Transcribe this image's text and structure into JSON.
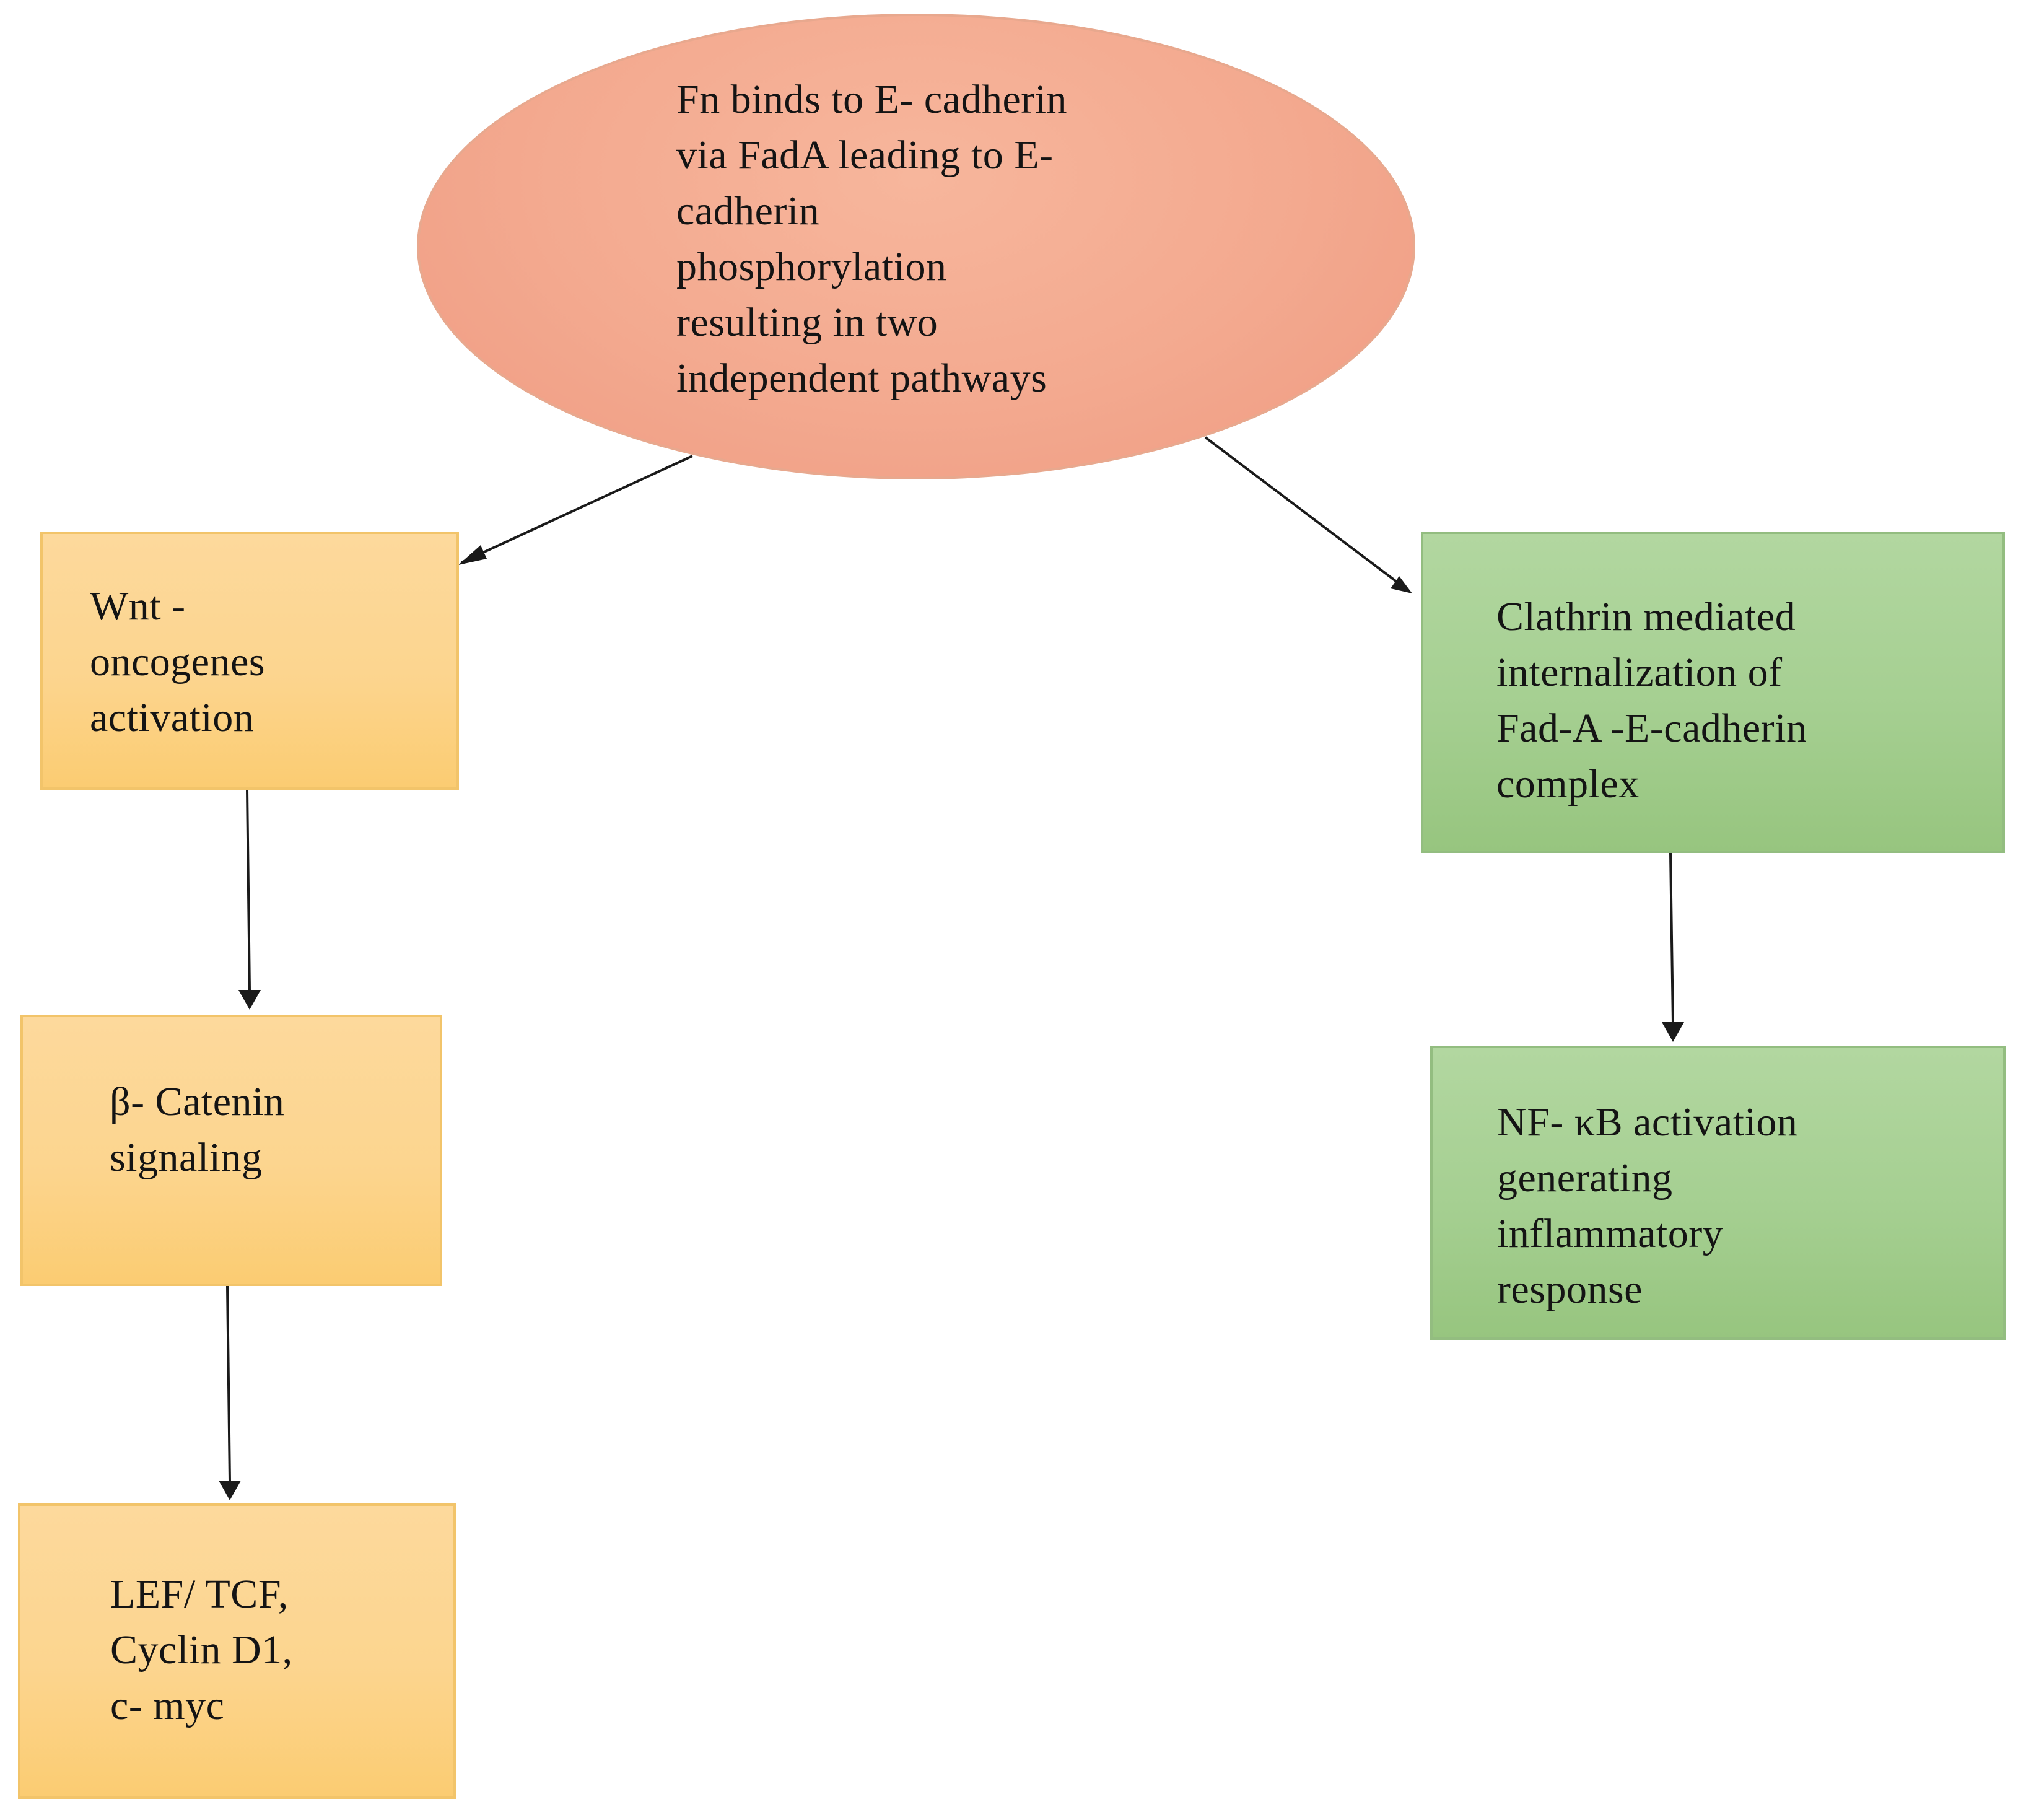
{
  "diagram": {
    "colors": {
      "ellipse_fill": "#f3a98f",
      "orange_box_fill": "#fcd58f",
      "green_box_fill": "#a5cf91",
      "arrow": "#1a1a1a"
    },
    "nodes": {
      "root": {
        "text": "Fn binds to E- cadherin\nvia FadA leading to E-\ncadherin\nphosphorylation\nresulting in two\nindependent pathways"
      },
      "wnt": {
        "text": "Wnt -\noncogenes\nactivation"
      },
      "catenin": {
        "text": "β- Catenin\nsignaling"
      },
      "lef": {
        "text": "LEF/ TCF,\nCyclin D1,\nc- myc"
      },
      "clathrin": {
        "text": "Clathrin mediated\ninternalization of\nFad-A -E-cadherin\ncomplex"
      },
      "nfkb": {
        "text": "NF- κB activation\ngenerating\ninflammatory\nresponse"
      }
    },
    "edges": [
      {
        "from": "root",
        "to": "wnt"
      },
      {
        "from": "wnt",
        "to": "catenin"
      },
      {
        "from": "catenin",
        "to": "lef"
      },
      {
        "from": "root",
        "to": "clathrin"
      },
      {
        "from": "clathrin",
        "to": "nfkb"
      }
    ]
  }
}
